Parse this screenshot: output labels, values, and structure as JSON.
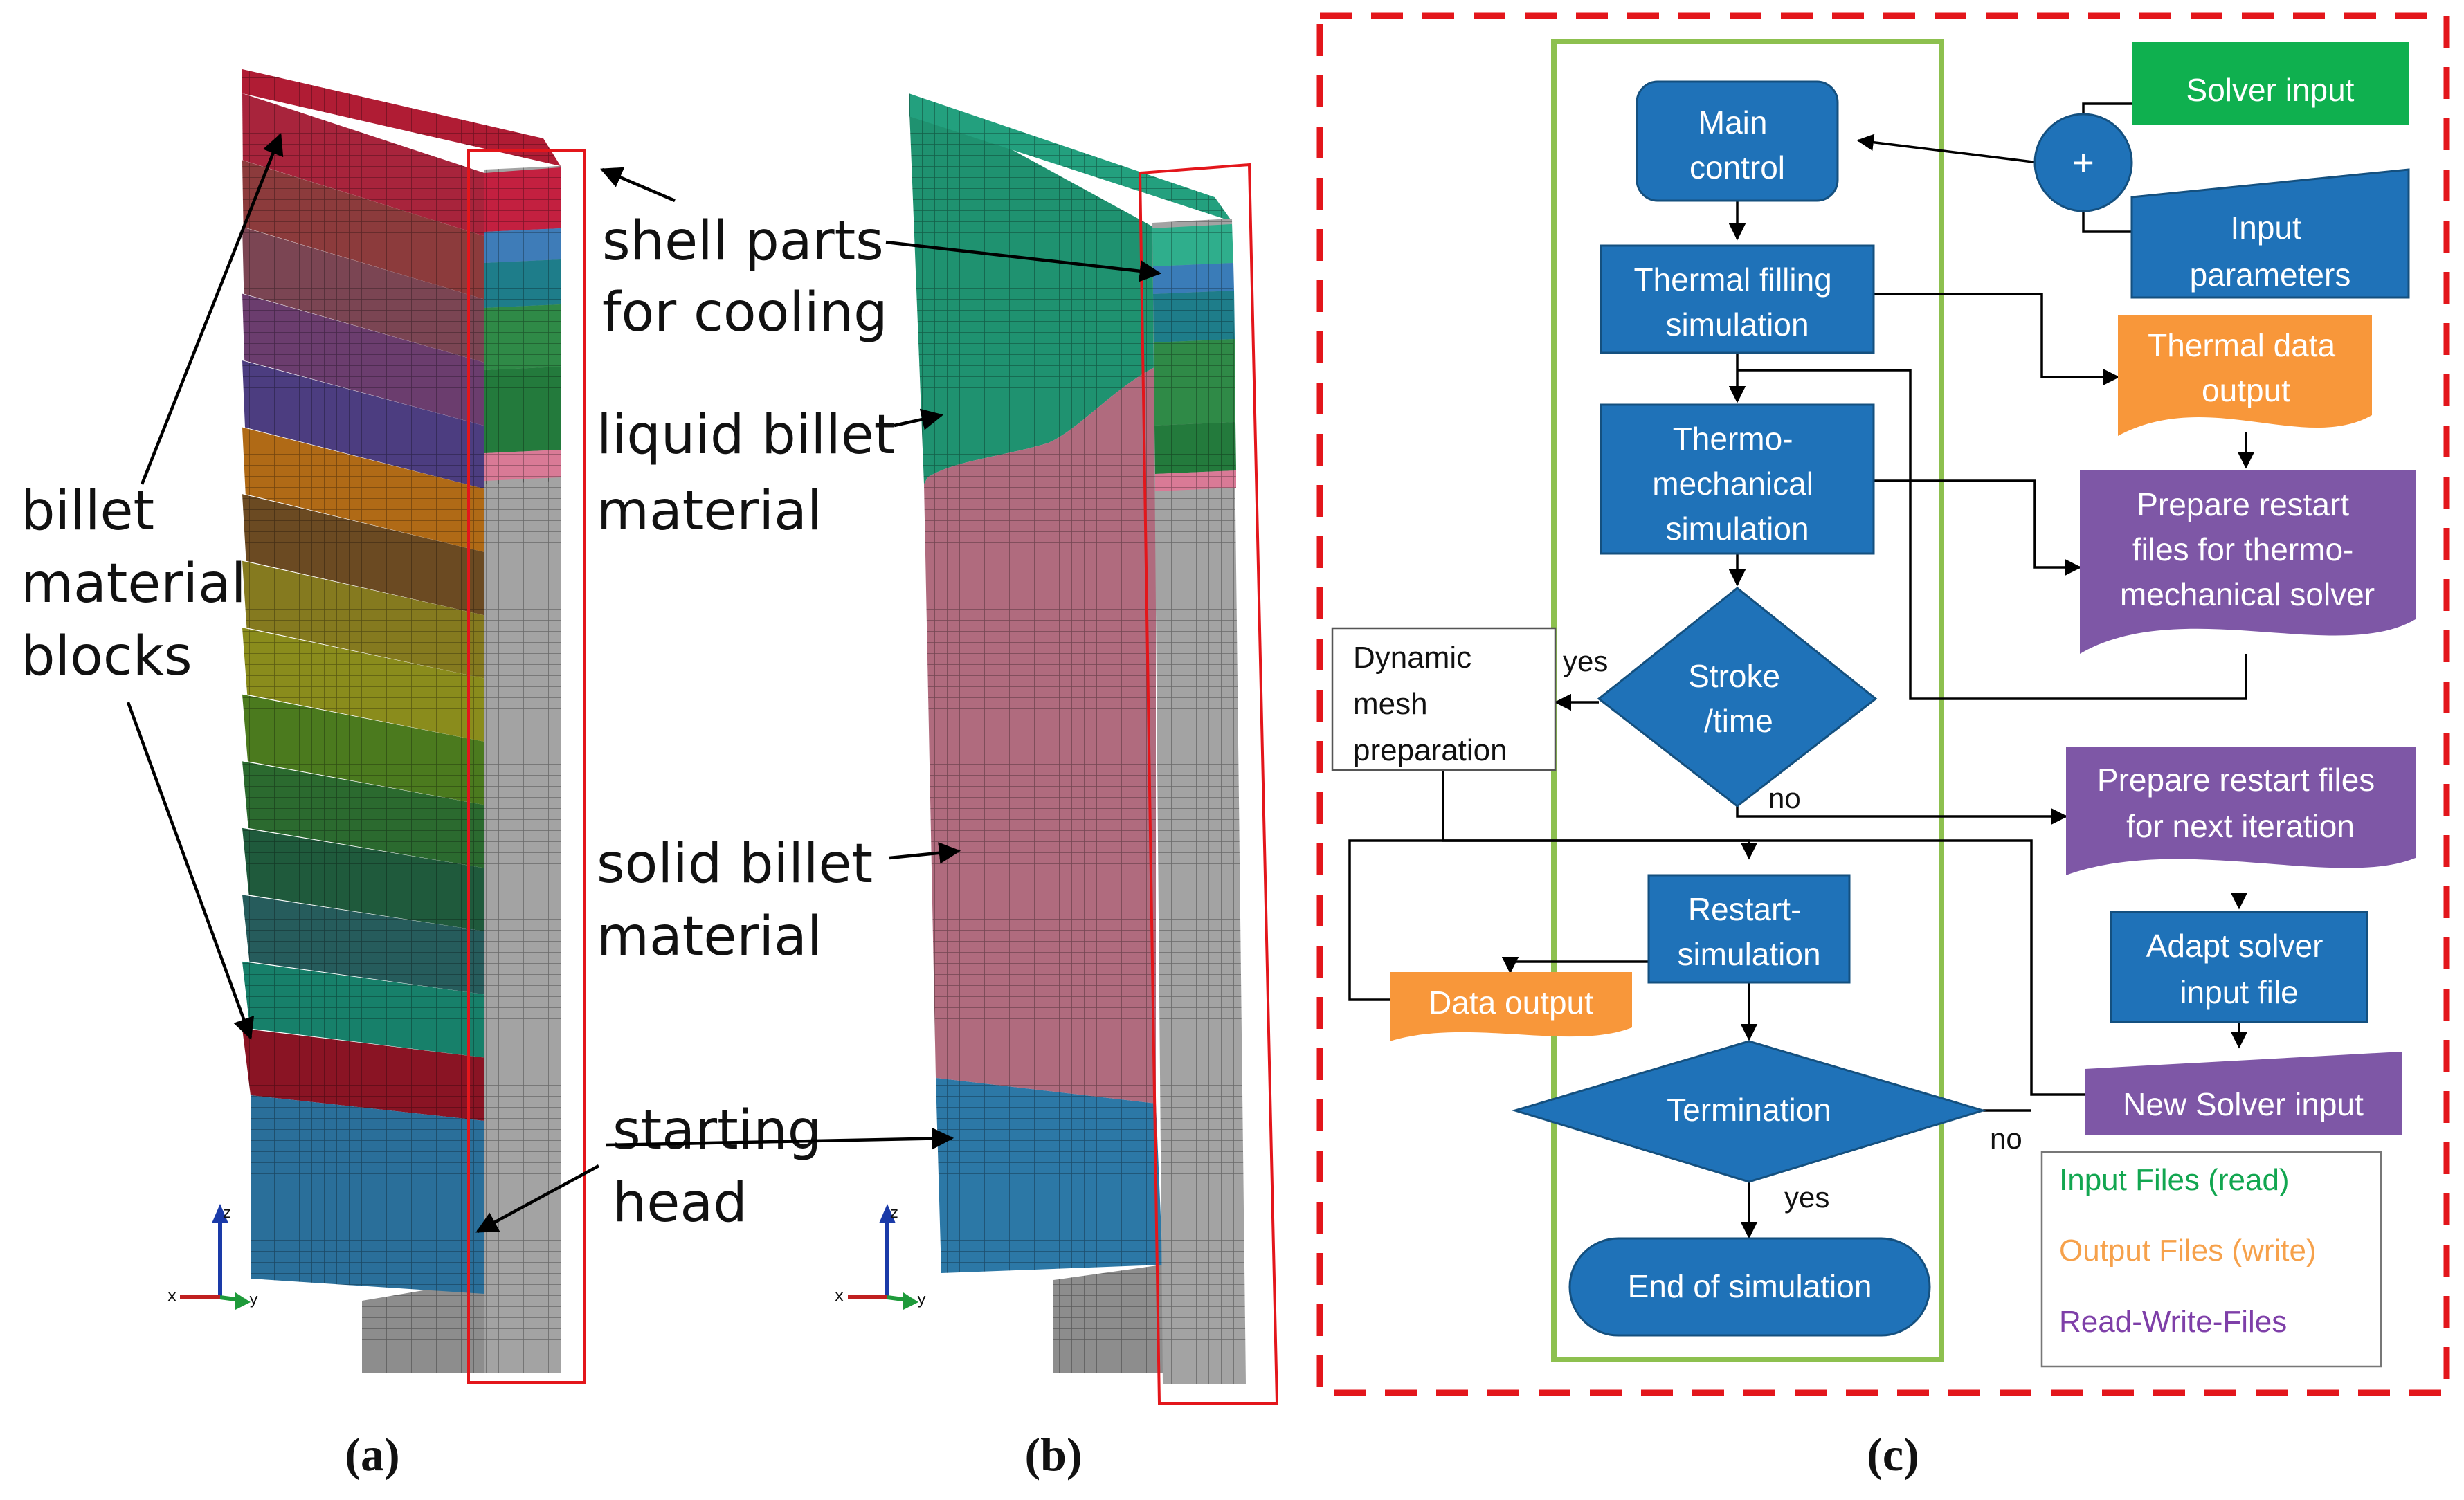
{
  "panel_a": {
    "labels": {
      "shell": [
        "shell parts",
        "for cooling"
      ],
      "billet_blocks": [
        "billet",
        "material",
        "blocks"
      ],
      "liquid": [
        "liquid billet",
        "material"
      ],
      "solid": [
        "solid billet",
        "material"
      ],
      "starting_head": [
        "starting",
        "head"
      ]
    },
    "block_colors": [
      "#a8243c",
      "#8c3b3c",
      "#7b4553",
      "#6b3d6e",
      "#4c3d80",
      "#b06a16",
      "#6b4a22",
      "#857a1f",
      "#8a8c1c",
      "#4b7a1e",
      "#2b6a2f",
      "#1f5a3c",
      "#265c5c",
      "#17806a",
      "#8a1424"
    ],
    "axis_labels": {
      "z": "z",
      "x": "x",
      "y": "y"
    }
  },
  "captions": {
    "a": "(a)",
    "b": "(b)",
    "c": "(c)"
  },
  "flowchart": {
    "main_control": [
      "Main",
      "control"
    ],
    "solver_input": "Solver input",
    "plus": "+",
    "input_parameters": [
      "Input",
      "parameters"
    ],
    "thermal_filling": [
      "Thermal filling",
      "simulation"
    ],
    "thermal_data_output": [
      "Thermal data",
      "output"
    ],
    "thermo_mech": [
      "Thermo-",
      "mechanical",
      "simulation"
    ],
    "prepare_restart_thermo": [
      "Prepare restart",
      "files for thermo-",
      "mechanical solver"
    ],
    "dynamic_mesh": [
      "Dynamic",
      "mesh",
      "preparation"
    ],
    "stroke_time": [
      "Stroke",
      "/time"
    ],
    "yes1": "yes",
    "no1": "no",
    "prepare_next": [
      "Prepare restart files",
      "for next iteration"
    ],
    "restart_sim": [
      "Restart-",
      "simulation"
    ],
    "data_output": "Data output",
    "adapt_solver": [
      "Adapt solver",
      "input file"
    ],
    "termination": "Termination",
    "no2": "no",
    "new_solver_input": "New Solver input",
    "yes2": "yes",
    "end_sim": "End of simulation",
    "legend": {
      "input": "Input Files (read)",
      "output": "Output Files (write)",
      "rw": "Read-Write-Files"
    }
  },
  "colors": {
    "blue": "#1f72b8",
    "green": "#0fb04f",
    "orange": "#f8973a",
    "purple": "#7e57a6",
    "legend_green": "#12a650",
    "legend_orange": "#f6a14b",
    "legend_purple": "#7e3fa8",
    "green_frame": "#8dc04f",
    "red_frame": "#e3161b",
    "shell_gray": "#9a9a9a",
    "liquid": "#1f9270",
    "solid": "#b06b7e",
    "head": "#2c78a6"
  }
}
